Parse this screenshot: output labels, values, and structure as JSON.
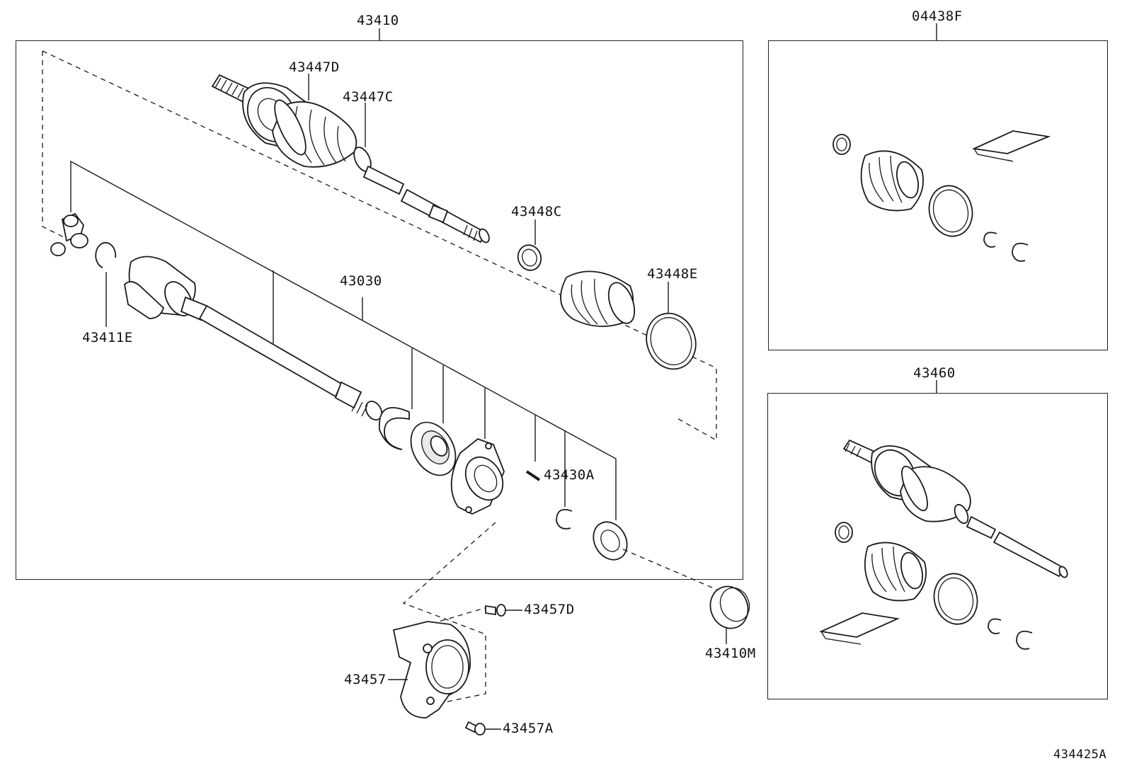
{
  "diagram": {
    "main_assembly": {
      "label": "43410",
      "parts": {
        "outer_boot_clamp_large": "43447D",
        "outer_boot_clamp_small": "43447C",
        "inner_boot_clamp_small": "43448C",
        "inner_boot_clamp_large": "43448E",
        "snap_ring": "43411E",
        "center_bearing_shaft": "43030",
        "dust_deflector": "43430A"
      }
    },
    "boot_kit_inner": {
      "label": "04438F"
    },
    "boot_kit_outer": {
      "label": "43460"
    },
    "external_parts": {
      "bearing_bracket": "43457",
      "bracket_bolt_upper": "43457D",
      "bracket_bolt_lower": "43457A",
      "oil_seal": "43410M"
    },
    "illustration_number": "434425A"
  }
}
